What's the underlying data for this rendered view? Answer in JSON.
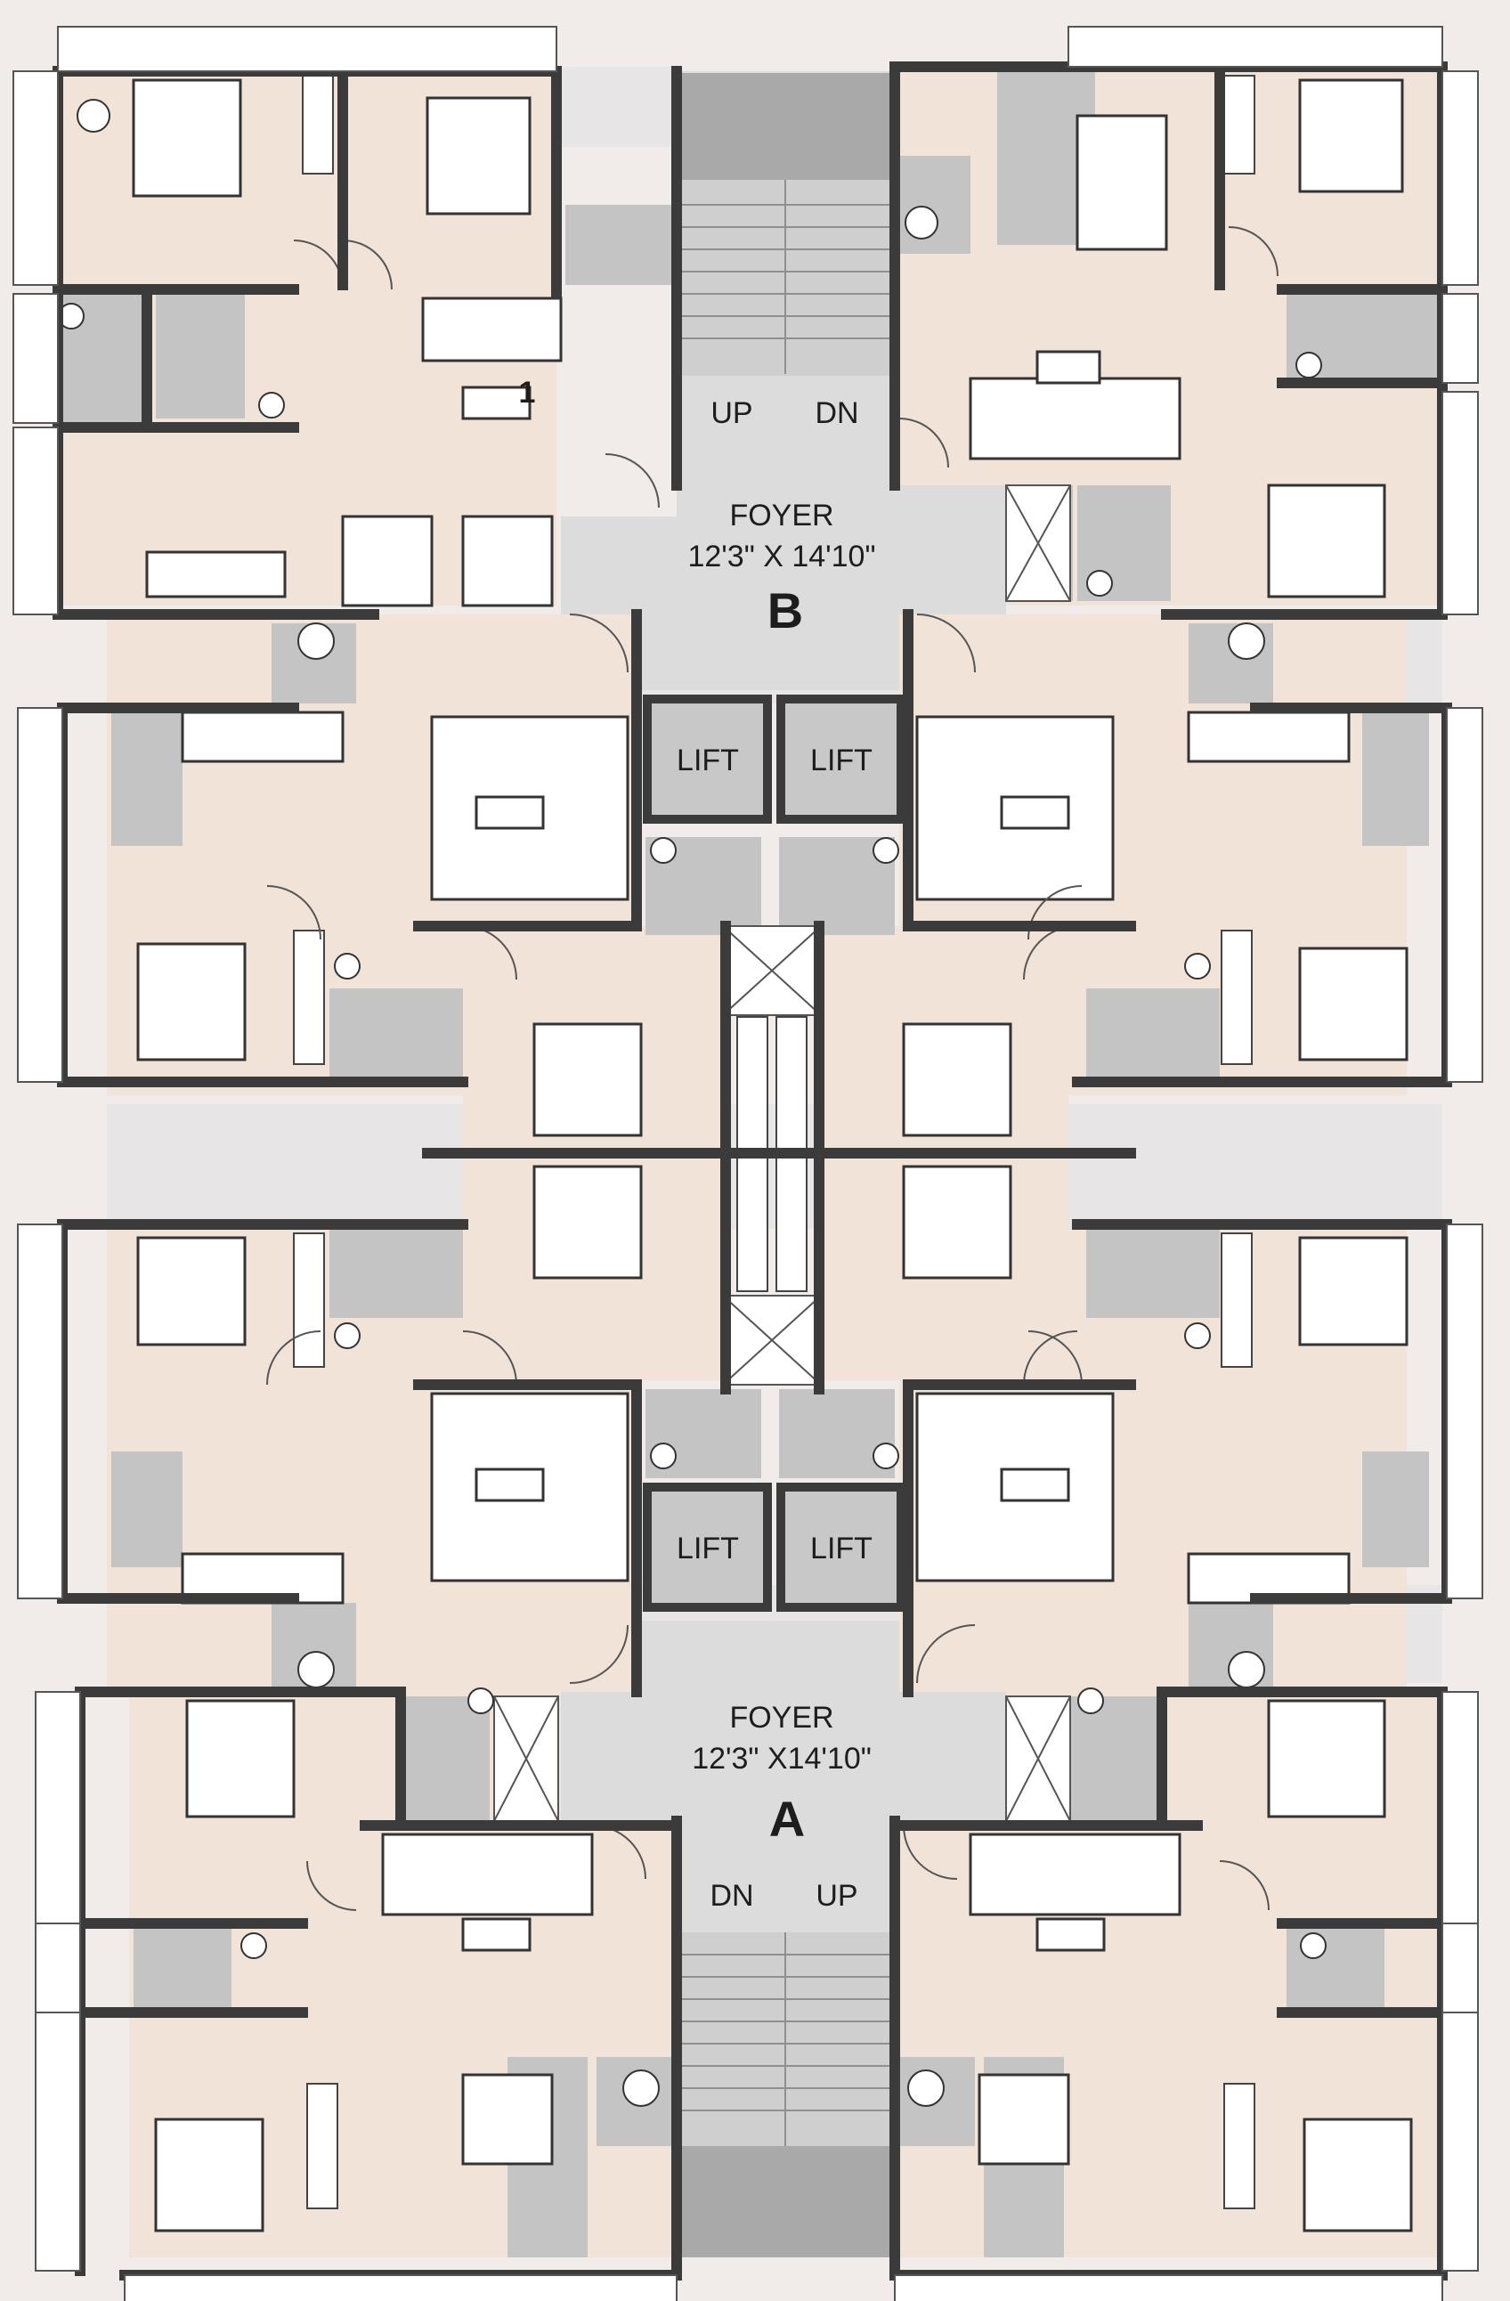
{
  "blocks": [
    {
      "id": "B",
      "label": "B",
      "foyer_title": "FOYER",
      "foyer_size": "12'3\" X 14'10\"",
      "stair_labels": [
        "UP",
        "DN"
      ],
      "lifts": [
        "LIFT",
        "LIFT"
      ]
    },
    {
      "id": "A",
      "label": "A",
      "foyer_title": "FOYER",
      "foyer_size": "12'3\" X14'10\"",
      "stair_labels": [
        "DN",
        "UP"
      ],
      "lifts": [
        "LIFT",
        "LIFT"
      ]
    }
  ],
  "unit_marker": "1",
  "colors": {
    "background": "#f1ece9",
    "room_floor": "#f2e3d9",
    "wet_area": "#bfbfbf",
    "corridor": "#dcdcdc",
    "stair": "#a9a9a9",
    "wall": "#3b3b3b",
    "furniture": "#ffffff",
    "label": "#1d1d1d"
  }
}
